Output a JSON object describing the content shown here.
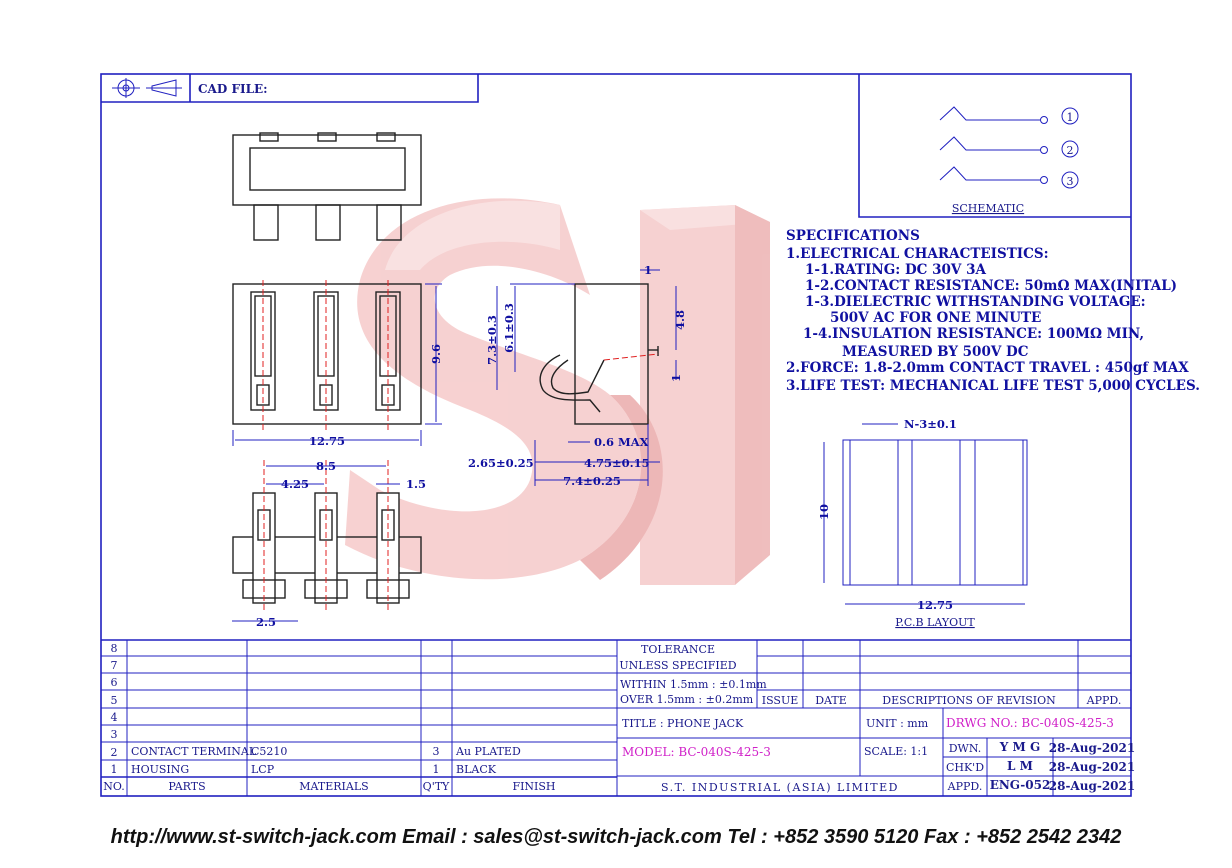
{
  "cad_file_label": "CAD FILE:",
  "schematic": {
    "title": "SCHEMATIC",
    "pins": [
      "1",
      "2",
      "3"
    ]
  },
  "specifications": {
    "heading": "SPECIFICATIONS",
    "lines": [
      "1.ELECTRICAL CHARACTEISTICS:",
      "1-1.RATING: DC 30V 3A",
      "1-2.CONTACT RESISTANCE: 50mΩ MAX(INITAL)",
      "1-3.DIELECTRIC WITHSTANDING VOLTAGE:",
      "500V AC FOR ONE MINUTE",
      "1-4.INSULATION RESISTANCE: 100MΩ MIN,",
      "MEASURED BY 500V DC",
      "2.FORCE: 1.8-2.0mm CONTACT TRAVEL : 450gf MAX",
      "3.LIFE TEST: MECHANICAL LIFE TEST 5,000 CYCLES."
    ]
  },
  "dimensions": {
    "front_width": "12.75",
    "front_height": "9.6",
    "pitch_8_5": "8.5",
    "pitch_4_25": "4.25",
    "pin_1_5": "1.5",
    "pin_2_5": "2.5",
    "side_1": "1",
    "side_4_8": "4.8",
    "side_7_3": "7.3±0.3",
    "side_6_1": "6.1±0.3",
    "side_1b": "1",
    "side_0_6": "0.6 MAX",
    "side_2_65": "2.65±0.25",
    "side_4_75": "4.75±0.15",
    "side_7_4": "7.4±0.25",
    "pcb_n3": "N-3±0.1",
    "pcb_10": "10",
    "pcb_12_75": "12.75"
  },
  "pcb_layout_label": "P.C.B LAYOUT",
  "tolerance": {
    "line1": "TOLERANCE",
    "line2": "UNLESS SPECIFIED",
    "within": "WITHIN 1.5mm : ±0.1mm",
    "over": "OVER 1.5mm : ±0.2mm"
  },
  "revision_headers": {
    "issue": "ISSUE",
    "date": "DATE",
    "descriptions": "DESCRIPTIONS OF REVISION",
    "appd": "APPD."
  },
  "title_block": {
    "title": "TITLE : PHONE JACK",
    "unit": "UNIT : mm",
    "drwg_no": "DRWG NO.: BC-040S-425-3",
    "model": "MODEL: BC-040S-425-3",
    "scale": "SCALE: 1:1",
    "dwn_label": "DWN.",
    "dwn_value": "Y M G",
    "dwn_date": "28-Aug-2021",
    "chkd_label": "CHK'D",
    "chkd_value": "L M",
    "chkd_date": "28-Aug-2021",
    "appd_label": "APPD.",
    "appd_value": "ENG-052",
    "appd_date": "28-Aug-2021",
    "company": "S.T. INDUSTRIAL (ASIA) LIMITED"
  },
  "bom": {
    "row_numbers": [
      "8",
      "7",
      "6",
      "5",
      "4",
      "3",
      "2",
      "1"
    ],
    "rows": [
      {
        "no": "2",
        "part": "CONTACT TERMINAL",
        "material": "C5210",
        "qty": "3",
        "finish": "Au PLATED"
      },
      {
        "no": "1",
        "part": "HOUSING",
        "material": "LCP",
        "qty": "1",
        "finish": "BLACK"
      }
    ],
    "headers": {
      "no": "NO.",
      "parts": "PARTS",
      "materials": "MATERIALS",
      "qty": "Q'TY",
      "finish": "FINISH"
    }
  },
  "watermark": "ST",
  "footer": "http://www.st-switch-jack.com  Email : sales@st-switch-jack.com  Tel : +852 3590 5120  Fax : +852 2542 2342",
  "colors": {
    "frame": "#2020c0",
    "text": "#1a1a8c",
    "magenta": "#d020c8",
    "watermark": "#f2b0b0",
    "centerline": "#e02020"
  }
}
